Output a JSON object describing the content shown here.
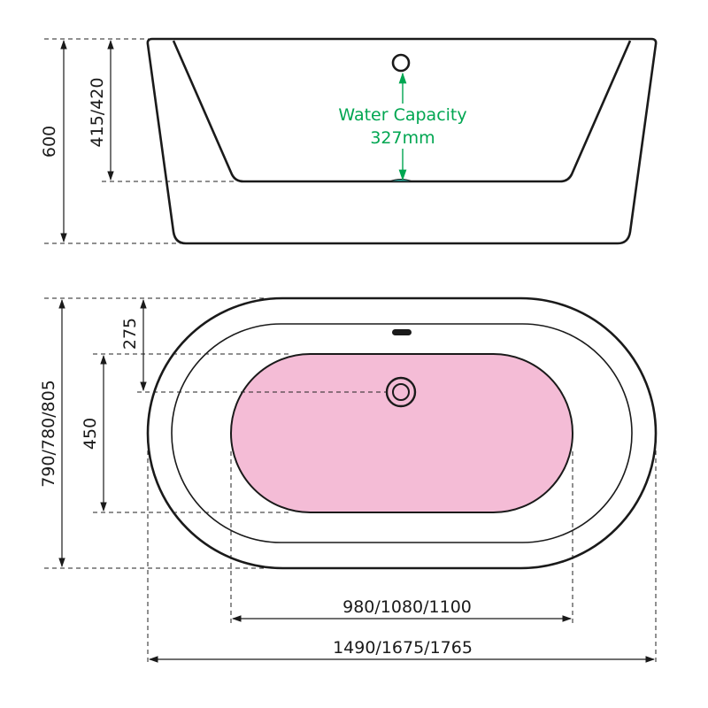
{
  "colors": {
    "outline": "#1a1a1a",
    "water_fill": "#f4bcd6",
    "water_capacity_text": "#00a651",
    "background": "#ffffff"
  },
  "side_view": {
    "overall_height": "600",
    "depth_to_overflow": "415/420",
    "water_capacity_label": "Water Capacity",
    "water_capacity_value": "327mm"
  },
  "top_view": {
    "overall_width": "790/780/805",
    "drain_offset": "275",
    "inner_width": "450",
    "inner_length": "980/1080/1100",
    "overall_length": "1490/1675/1765"
  }
}
